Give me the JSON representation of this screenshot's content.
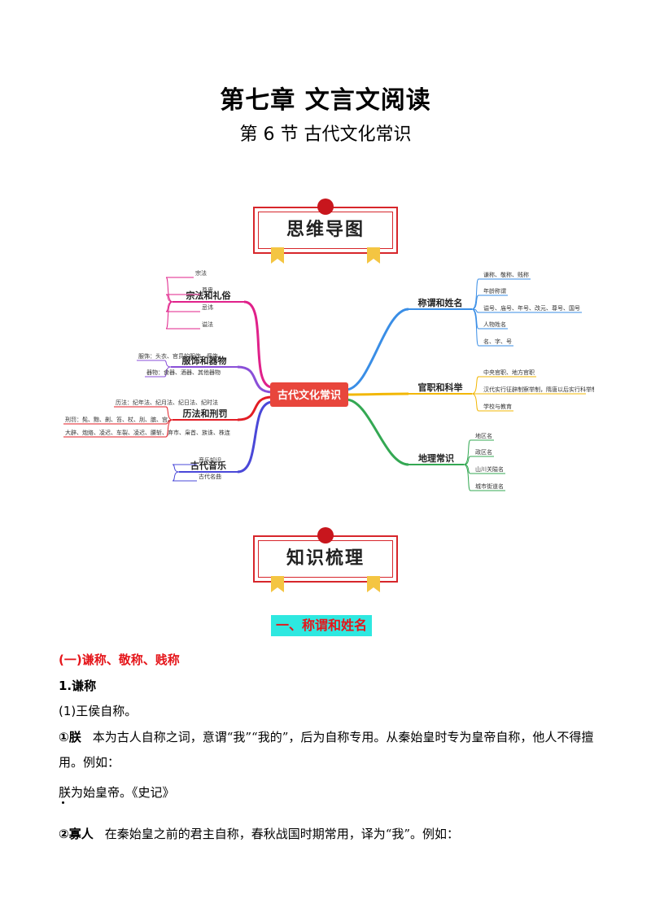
{
  "header": {
    "chapter_title": "第七章  文言文阅读",
    "section_title": "第 6 节  古代文化常识"
  },
  "banners": {
    "mindmap": "思维导图",
    "knowledge": "知识梳理"
  },
  "mindmap": {
    "center": "古代文化常识",
    "colors": {
      "center": "#e8463c",
      "magenta": "#e0218a",
      "purple": "#8a4fd8",
      "red": "#e21d25",
      "blue": "#4a48d8",
      "sky": "#3a8ee6",
      "gold": "#f2b705",
      "green": "#34a853"
    },
    "left": [
      {
        "label": "宗法和礼俗",
        "leaves": [
          "宗法",
          "尊卑",
          "忌讳",
          "谥法"
        ]
      },
      {
        "label": "服饰和器物",
        "leaves": [
          "服饰：头衣、官员的服饰、佩饰",
          "器物：食器、酒器、其他器物"
        ]
      },
      {
        "label": "历法和刑罚",
        "leaves": [
          "历法：纪年法、纪月法、纪日法、纪时法",
          "刑罚：髡、黥、劓、笞、杖、刖、膑、宫、",
          "大辟、炮烙、凌迟、车裂、凌迟、腰斩、弃市、枭首、族诛、株连"
        ]
      },
      {
        "label": "古代音乐",
        "leaves": [
          "音乐知识",
          "古代名曲"
        ]
      }
    ],
    "right": [
      {
        "label": "称谓和姓名",
        "leaves": [
          "谦称、敬称、贱称",
          "年龄称谓",
          "谥号、庙号、年号、改元、尊号、国号",
          "人物姓名",
          "名、字、号"
        ]
      },
      {
        "label": "官职和科举",
        "leaves": [
          "中央官职、地方官职",
          "汉代实行征辟制察举制，隋唐以后实行科举制",
          "学校与教育"
        ]
      },
      {
        "label": "地理常识",
        "leaves": [
          "地区名",
          "政区名",
          "山川关隘名",
          "城市街道名"
        ]
      }
    ]
  },
  "content": {
    "heading_one": "一、称谓和姓名",
    "subheading": "(一)谦称、敬称、贱称",
    "item_1": "1.谦称",
    "item_1_1": "(1)王侯自称。",
    "entry1_term": "①朕",
    "entry1_text": "本为古人自称之词，意谓“我”“我的”，后为自称专用。从秦始皇时专为皇帝自称，他人不得擅用。例如：",
    "example1_text": "朕为始皇帝。",
    "example1_source": "《史记》",
    "entry2_term": "②寡人",
    "entry2_text": "在秦始皇之前的君主自称，春秋战国时期常用，译为“我”。例如："
  }
}
